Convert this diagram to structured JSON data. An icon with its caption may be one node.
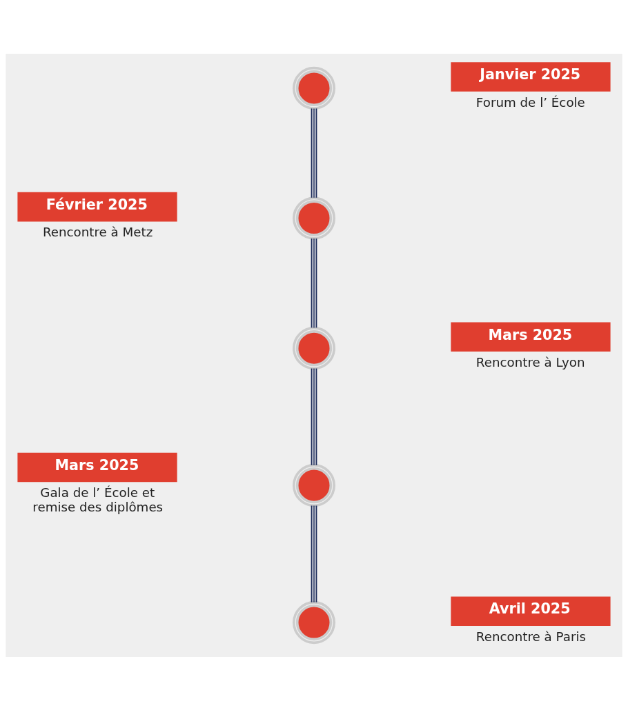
{
  "diagram": {
    "nodes": [
      {
        "text": [],
        "shape": "circle"
      },
      {
        "text": [
          "Janvier 2025",
          "Forum de l’ École"
        ]
      },
      {
        "text": [],
        "shape": "circle"
      },
      {
        "text": [
          "Février 2025",
          "Rencontre à Metz"
        ]
      },
      {
        "text": [],
        "shape": "circle"
      },
      {
        "text": [
          "Mars 2025",
          "Rencontre à Lyon"
        ]
      },
      {
        "text": [],
        "shape": "circle"
      },
      {
        "text": [
          "Mars 2025",
          "Gala de l’ École et remise des diplômes"
        ]
      },
      {
        "text": [],
        "shape": "circle"
      },
      {
        "text": [
          "Avril 2025",
          "Rencontre à Paris"
        ]
      }
    ],
    "edges": [
      {
        "from": 0,
        "to": 2,
        "arrow": "none"
      },
      {
        "from": 2,
        "to": 4,
        "arrow": "none"
      },
      {
        "from": 4,
        "to": 6,
        "arrow": "none"
      },
      {
        "from": 6,
        "to": 8,
        "arrow": "none"
      }
    ]
  }
}
